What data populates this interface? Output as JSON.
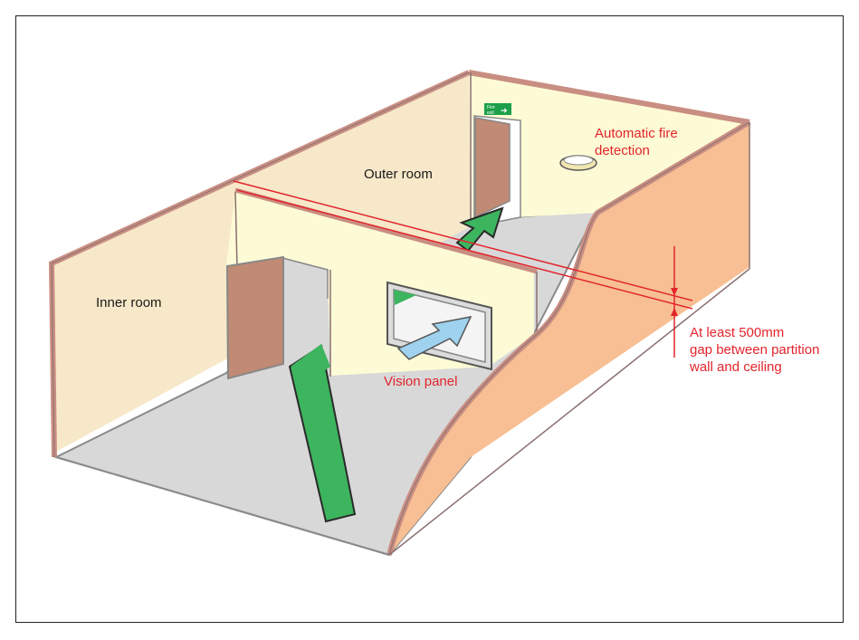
{
  "labels": {
    "outer_room": "Outer room",
    "inner_room": "Inner room",
    "fire_detection_line1": "Automatic fire",
    "fire_detection_line2": "detection",
    "vision_panel": "Vision panel",
    "gap_line1": "At least 500mm",
    "gap_line2": "gap between partition",
    "gap_line3": "wall and ceiling",
    "exit_sign_line1": "Fire",
    "exit_sign_line2": "exit"
  },
  "colors": {
    "wall_cream": "#fdfbd6",
    "wall_beige": "#f6e8c8",
    "wall_edge": "#c98e82",
    "outer_wall": "#f7bf93",
    "floor": "#d8d8d8",
    "door": "#c08a74",
    "arrow_green": "#3cb55e",
    "arrow_blue": "#9ed2ee",
    "annotation_red": "#e3242b",
    "exit_sign": "#1ea04a"
  }
}
